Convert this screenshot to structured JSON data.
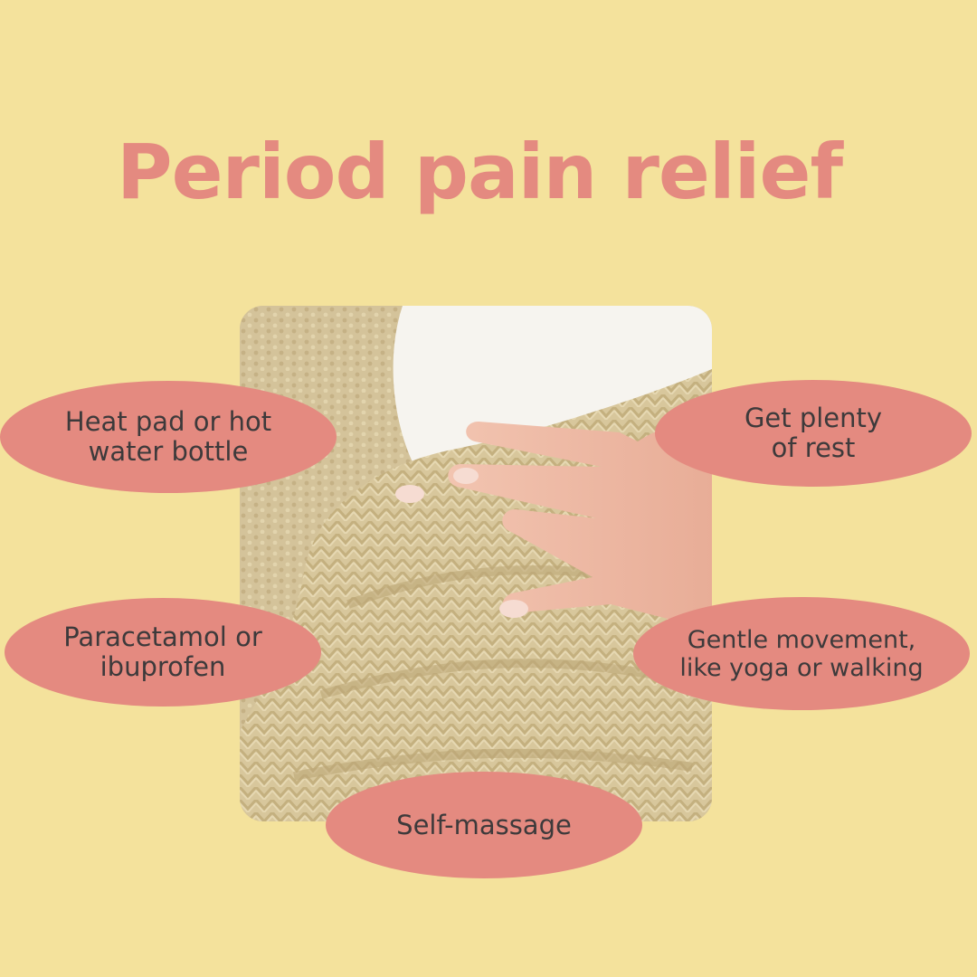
{
  "title": "Period pain relief",
  "colors": {
    "background": "#f4e29c",
    "accent": "#e48a80",
    "text": "#3d3a3b"
  },
  "photo": {
    "description_icon": "knit-hot-water-bottle-photo"
  },
  "tips": {
    "heat": "Heat pad or hot\nwater bottle",
    "rest": "Get plenty\nof rest",
    "medication": "Paracetamol or\nibuprofen",
    "movement": "Gentle movement,\nlike yoga or walking",
    "massage": "Self-massage"
  }
}
